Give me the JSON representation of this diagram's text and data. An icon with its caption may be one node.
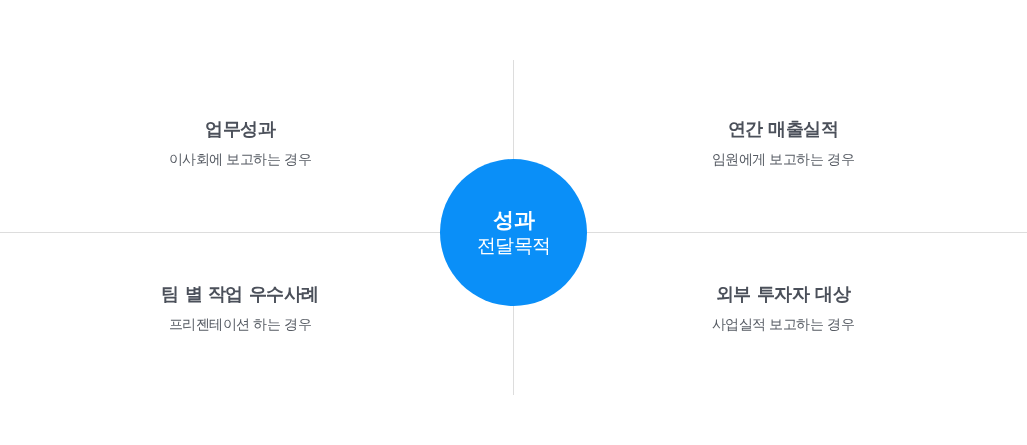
{
  "diagram": {
    "nodes": [
      {
        "text": [
          "성과",
          "전달목적"
        ]
      }
    ],
    "labels": [
      "업무성과",
      "이사회에 보고하는 경우",
      "연간 매출실적",
      "임원에게 보고하는 경우",
      "팀 별 작업 우수사례",
      "프리젠테이션 하는 경우",
      "외부 투자자 대상",
      "사업실적 보고하는 경우"
    ]
  }
}
